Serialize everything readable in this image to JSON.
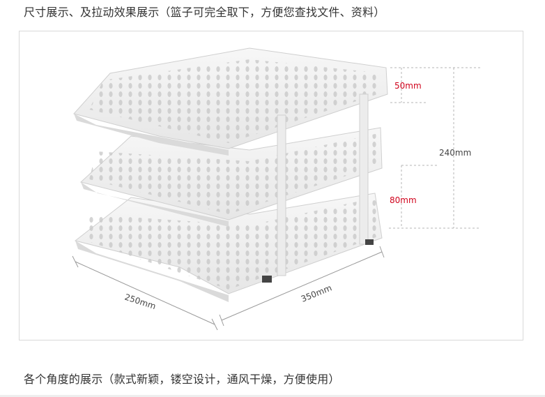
{
  "section_titles": {
    "size_display": "尺寸展示、及拉动效果展示（篮子可完全取下，方便您查找文件、资料）",
    "angle_display": "各个角度的展示（款式新颖，镂空设计，通风干燥，方便使用）"
  },
  "dimensions": {
    "tray_gap_top": "50mm",
    "total_height": "240mm",
    "tray_gap_bottom": "80mm",
    "depth": "250mm",
    "width": "350mm"
  },
  "colors": {
    "highlight_label": "#d0021b",
    "normal_label": "#444444"
  }
}
